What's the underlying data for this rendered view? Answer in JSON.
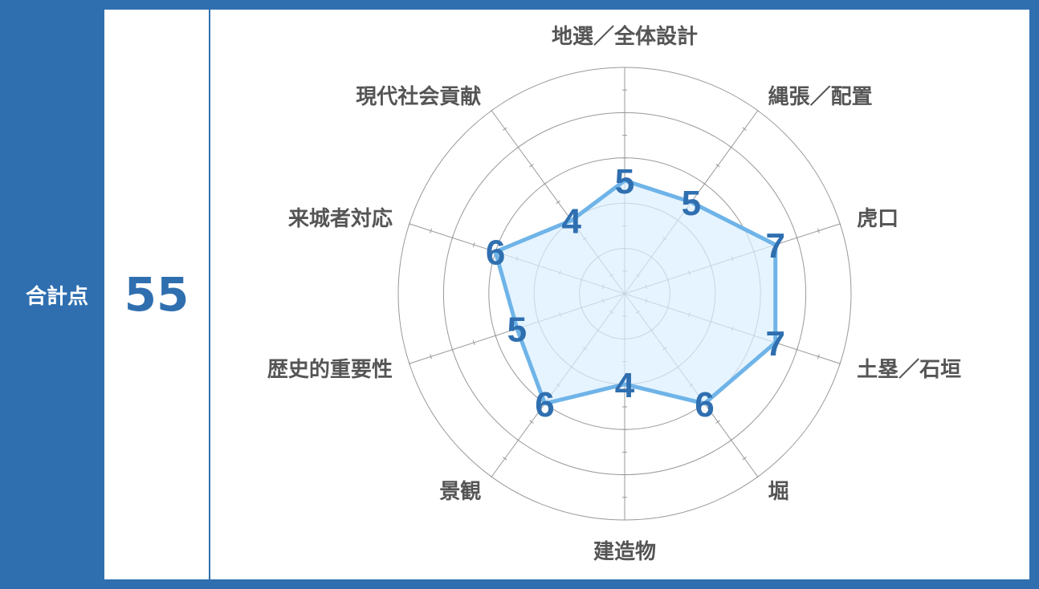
{
  "panel": {
    "total_label": "合計点",
    "total_value": "55"
  },
  "colors": {
    "accent": "#2f6fb0",
    "series_line": "#6fb4e8",
    "series_fill": "#dcefff",
    "grid": "#999999",
    "label": "#555555"
  },
  "chart_data": {
    "type": "radar",
    "categories": [
      "地選／全体設計",
      "縄張／配置",
      "虎口",
      "土塁／石垣",
      "堀",
      "建造物",
      "景観",
      "歴史的重要性",
      "来城者対応",
      "現代社会貢献"
    ],
    "series": [
      {
        "values": [
          5,
          5,
          7,
          7,
          6,
          4,
          6,
          5,
          6,
          4
        ]
      }
    ],
    "value_labels": [
      "5",
      "5",
      "7",
      "7",
      "6",
      "4",
      "6",
      "5",
      "6",
      "4"
    ],
    "rmax": 10,
    "grid_levels": [
      2,
      4,
      6,
      8,
      10
    ],
    "grid": true
  }
}
